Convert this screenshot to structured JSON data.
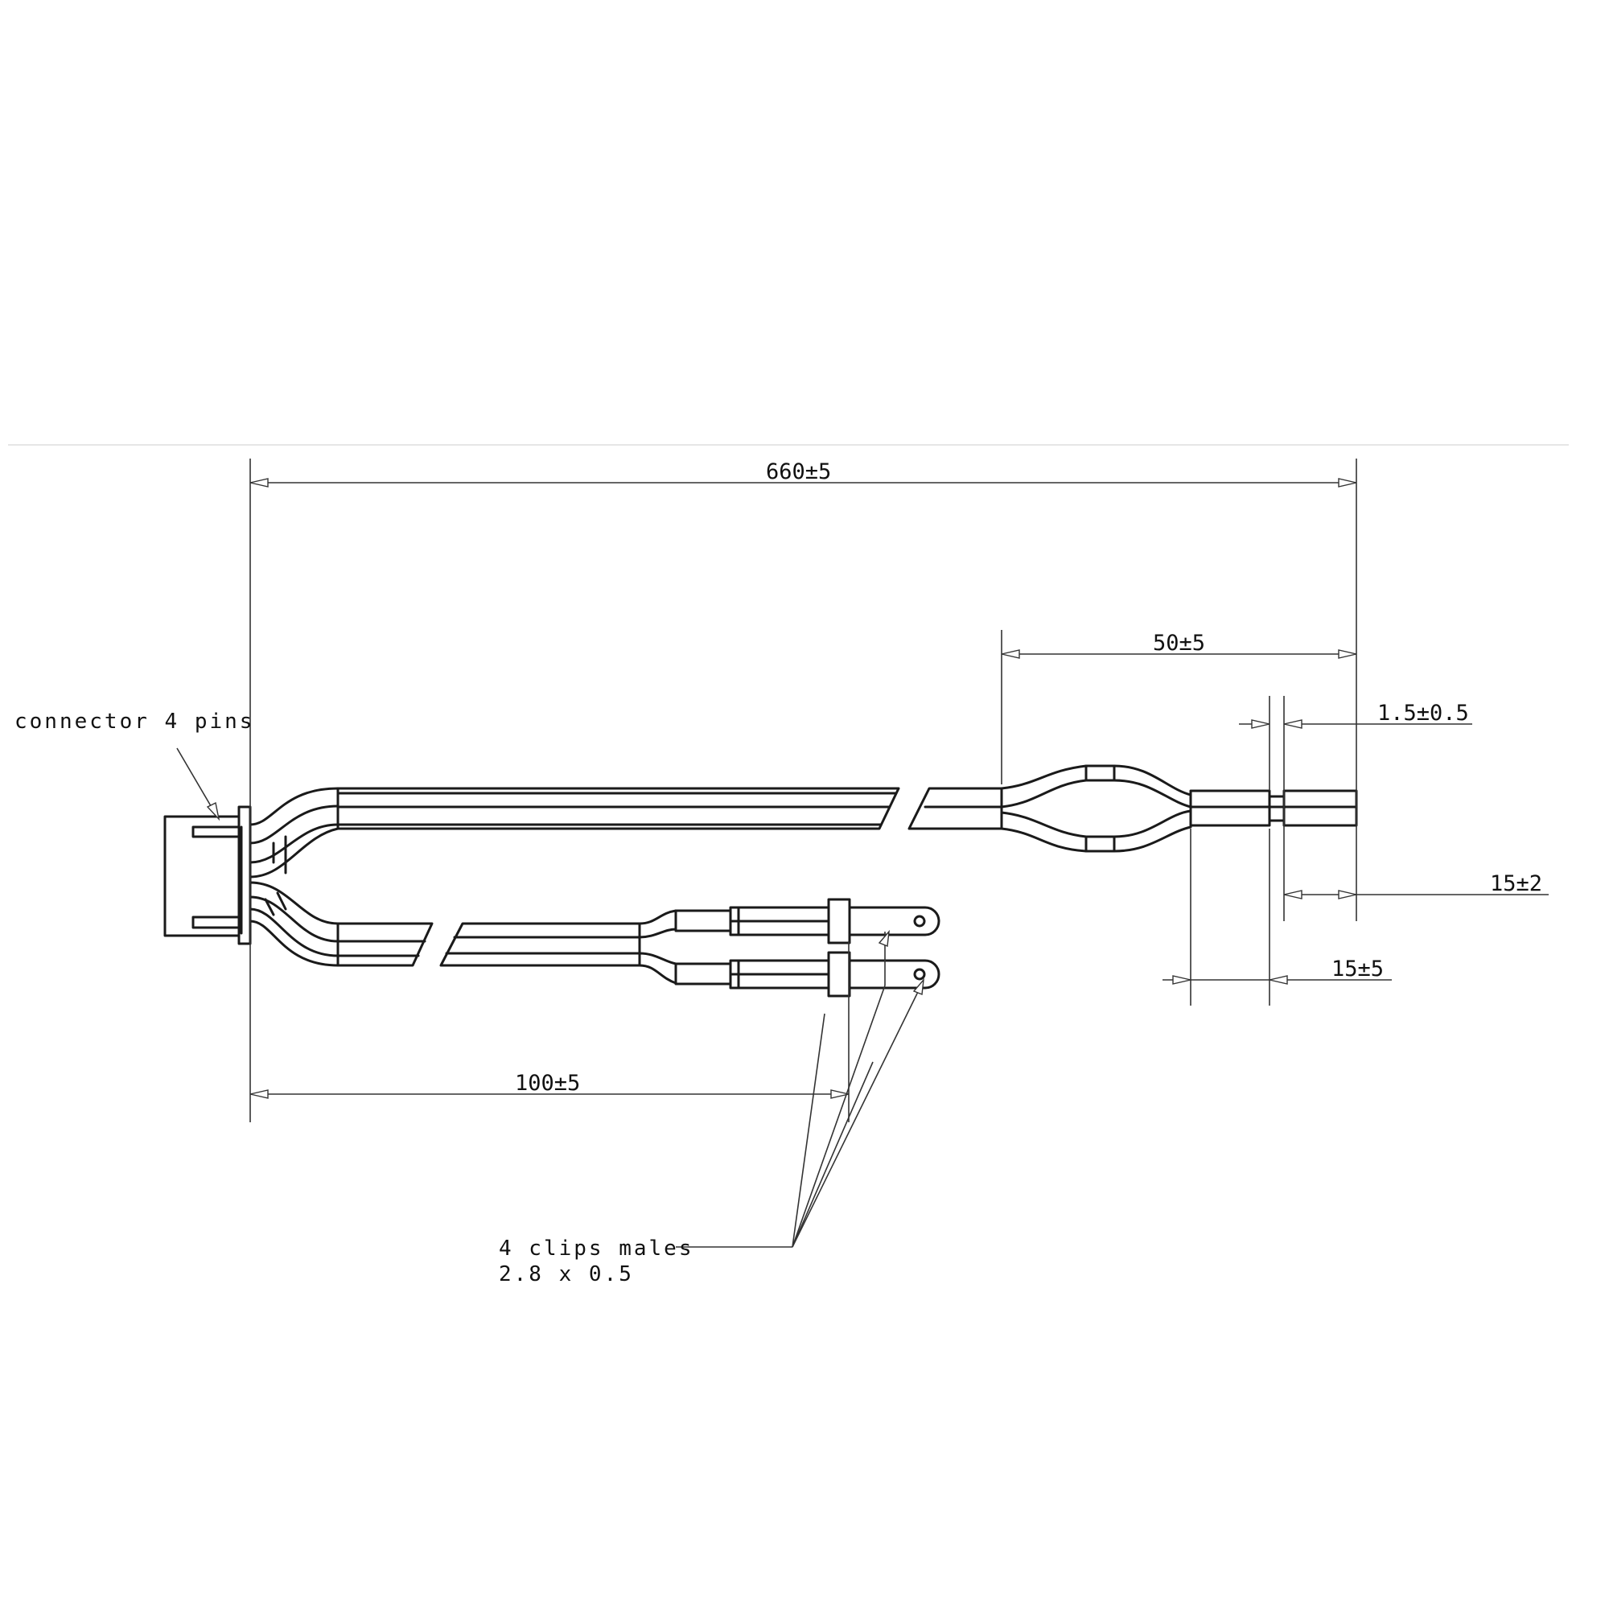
{
  "labels": {
    "connector": "connector 4 pins",
    "clips_line1": "4 clips males",
    "clips_line2": "2.8 x 0.5"
  },
  "dimensions": {
    "overall": "660±5",
    "branch": "50±5",
    "gap": "1.5±0.5",
    "tip": "15±2",
    "sleeve": "15±5",
    "short_leg": "100±5"
  },
  "colors": {
    "line": "#1a1a1a",
    "background": "#ffffff"
  }
}
